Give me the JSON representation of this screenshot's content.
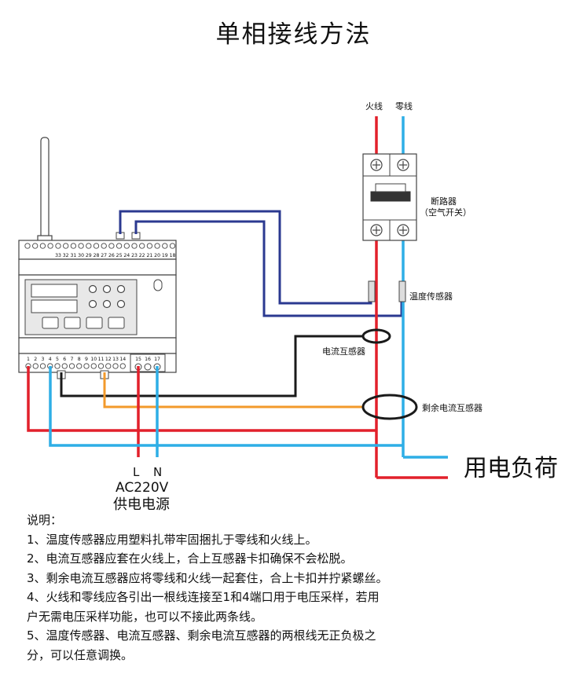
{
  "title": "单相接线方法",
  "labels": {
    "live_wire": "火线",
    "neutral_wire": "零线",
    "breaker": "断路器",
    "breaker_sub": "（空气开关）",
    "temp_sensor": "温度传感器",
    "current_transformer": "电流互感器",
    "residual_ct": "剩余电流互感器",
    "load": "用电负荷",
    "l": "L",
    "n": "N",
    "ac": "AC220V",
    "supply": "供电电源"
  },
  "top_terminals": [
    "33",
    "32",
    "31",
    "30",
    "29",
    "28",
    "27",
    "26",
    "25",
    "24",
    "23",
    "22",
    "21",
    "20",
    "19",
    "18"
  ],
  "bottom_terminals": [
    "1",
    "2",
    "3",
    "4",
    "5",
    "6",
    "7",
    "8",
    "9",
    "10",
    "11",
    "12",
    "13",
    "14"
  ],
  "power_terminals": [
    "15",
    "16",
    "17"
  ],
  "notes": {
    "heading": "说明：",
    "items": [
      "1、温度传感器应用塑料扎带牢固捆扎于零线和火线上。",
      "2、电流互感器应套在火线上，合上互感器卡扣确保不会松脱。",
      "3、剩余电流互感器应将零线和火线一起套住，合上卡扣并拧紧螺丝。",
      "4、火线和零线应各引出一根线连接至1和4端口用于电压采样，若用",
      "户无需电压采样功能，也可以不接此两条线。",
      "5、温度传感器、电流互感器、剩余电流互感器的两根线无正负极之",
      "分，可以任意调换。"
    ]
  },
  "colors": {
    "live": "#e2202b",
    "neutral": "#2eaee6",
    "temp_wire": "#2b3990",
    "ct_wire": "#1a1a1a",
    "rct_wire": "#f39a2b",
    "device": "#444444"
  }
}
